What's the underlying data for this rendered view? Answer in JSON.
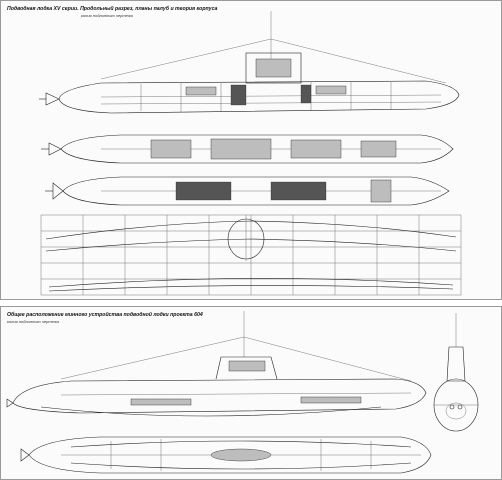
{
  "panels": [
    {
      "title": "Подводная лодка XV серии. Продольный разрез, планы палуб и теория корпуса",
      "subtitle": "копия подлинного чертежа"
    },
    {
      "title": "Общее расположение минного устройства подводной лодки проекта 604",
      "subtitle": "копия подлинного чертежа"
    }
  ],
  "colors": {
    "line": "#222222",
    "paper": "#fbfbfb",
    "border": "#9a9a9a"
  }
}
